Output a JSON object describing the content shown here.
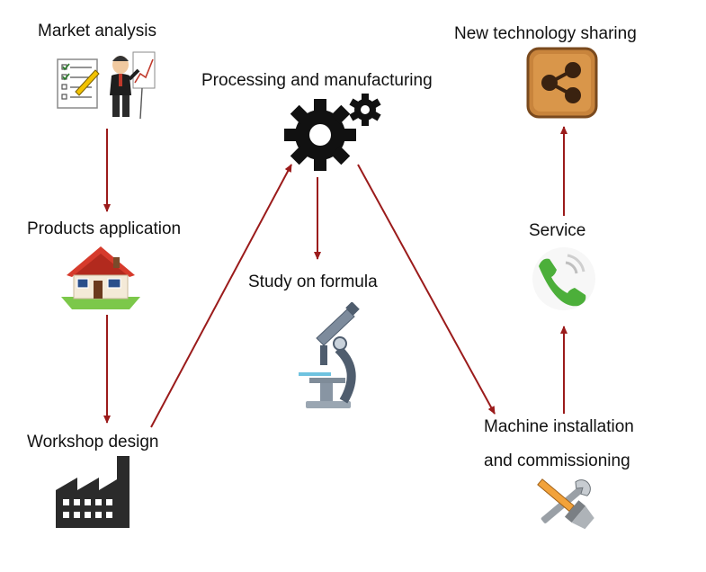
{
  "nodes": {
    "market_analysis": {
      "label": "Market analysis",
      "icon": "analyst-chart-icon"
    },
    "products_application": {
      "label": "Products application",
      "icon": "house-icon"
    },
    "workshop_design": {
      "label": "Workshop design",
      "icon": "factory-icon"
    },
    "processing_manufacturing": {
      "label": "Processing and manufacturing",
      "icon": "gears-icon"
    },
    "study_formula": {
      "label": "Study on formula",
      "icon": "microscope-icon"
    },
    "machine_installation": {
      "label_line1": "Machine installation",
      "label_line2": "and commissioning",
      "icon": "tools-icon"
    },
    "service": {
      "label": "Service",
      "icon": "phone-icon"
    },
    "new_technology_sharing": {
      "label": "New technology sharing",
      "icon": "share-icon"
    }
  },
  "colors": {
    "arrow": "#9b1b1b",
    "icon_dark": "#111111",
    "share_wood": "#c8843c",
    "phone_green": "#4caf3a"
  }
}
